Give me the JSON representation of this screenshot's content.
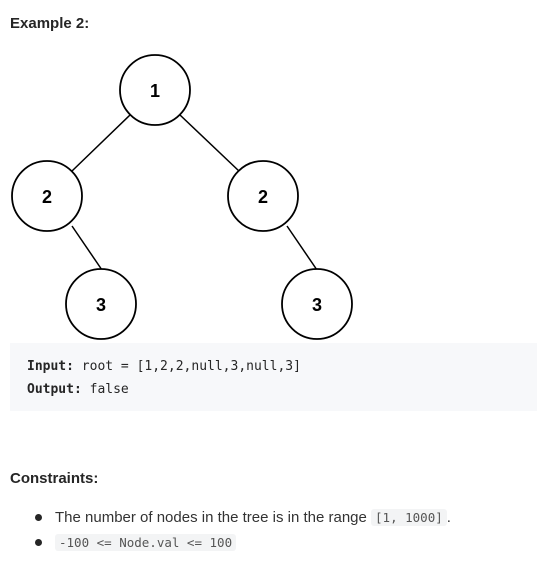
{
  "example": {
    "title": "Example 2:"
  },
  "tree": {
    "nodes": [
      {
        "id": "root",
        "label": "1"
      },
      {
        "id": "left",
        "label": "2"
      },
      {
        "id": "right",
        "label": "2"
      },
      {
        "id": "left-right",
        "label": "3"
      },
      {
        "id": "right-right",
        "label": "3"
      }
    ]
  },
  "io": {
    "input_label": "Input:",
    "input_value": " root = [1,2,2,null,3,null,3]",
    "output_label": "Output:",
    "output_value": " false"
  },
  "constraints": {
    "title": "Constraints:",
    "item1_text": "The number of nodes in the tree is in the range ",
    "item1_code": "[1, 1000]",
    "item1_suffix": ".",
    "item2_code": "-100 <= Node.val <= 100"
  }
}
